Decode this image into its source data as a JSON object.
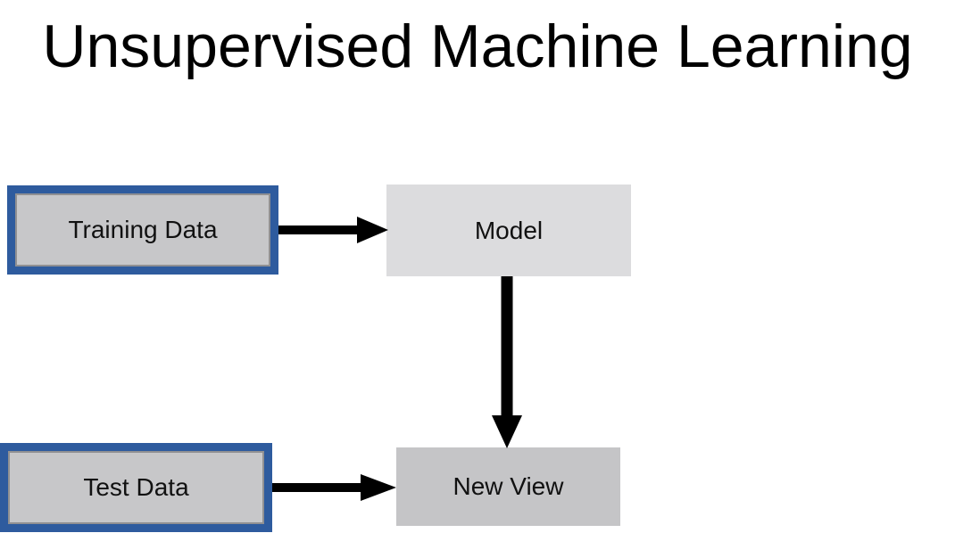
{
  "title": "Unsupervised Machine Learning",
  "nodes": {
    "training_data": {
      "label": "Training Data",
      "style": "blue-bordered-gray"
    },
    "model": {
      "label": "Model",
      "style": "plain-light-gray"
    },
    "test_data": {
      "label": "Test Data",
      "style": "blue-bordered-gray"
    },
    "new_view": {
      "label": "New View",
      "style": "plain-mid-gray"
    }
  },
  "edges": [
    {
      "from": "training_data",
      "to": "model",
      "direction": "right"
    },
    {
      "from": "model",
      "to": "new_view",
      "direction": "down"
    },
    {
      "from": "test_data",
      "to": "new_view",
      "direction": "right"
    }
  ],
  "colors": {
    "border_blue": "#2e5b9e",
    "fill_gray": "#c7c7c9",
    "fill_light_gray": "#dcdcde",
    "fill_mid_gray": "#c5c5c7",
    "inner_line_gray": "#909092",
    "arrow_black": "#000000",
    "background": "#ffffff",
    "text_black": "#000000"
  }
}
